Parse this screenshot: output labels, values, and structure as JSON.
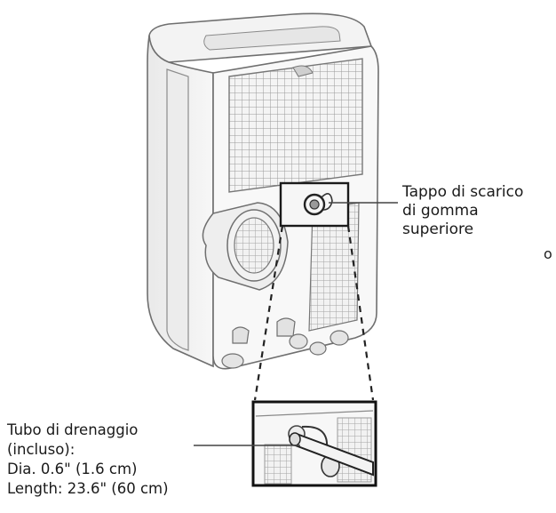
{
  "callout_top": {
    "lines": [
      "Tappo di scarico",
      "di gomma",
      "superiore"
    ]
  },
  "callout_bottom": {
    "lines": [
      "Tubo di drenaggio",
      "(incluso):",
      "Dia. 0.6\" (1.6 cm)",
      "Length: 23.6\" (60 cm)"
    ]
  },
  "stray_glyph": "o"
}
